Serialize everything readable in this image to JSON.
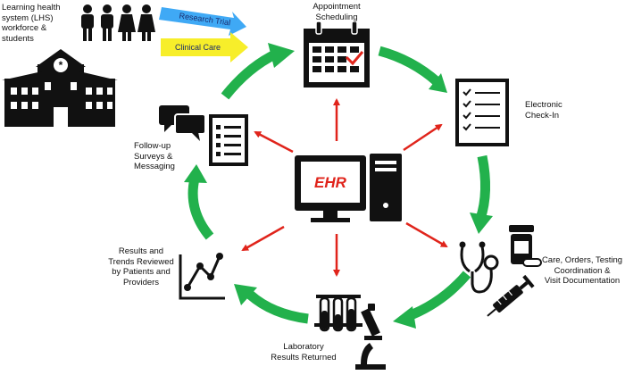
{
  "colors": {
    "cycle_arrow": "#22b14c",
    "ehr_arrow": "#e0241b",
    "icon": "#111111",
    "research_banner": "#3fa9f5",
    "clinical_banner": "#f7ee2a"
  },
  "header": {
    "lhs_label": "Learning health\nsystem (LHS)\nworkforce &\nstudents",
    "research_trial": "Research Trial",
    "clinical_care": "Clinical Care"
  },
  "center": {
    "ehr_label": "EHR"
  },
  "cycle": {
    "appointment": "Appointment\nScheduling",
    "checkin": "Electronic\nCheck-In",
    "care": "Care, Orders, Testing\nCoordination &\nVisit Documentation",
    "lab": "Laboratory\nResults Returned",
    "results": "Results and\nTrends Reviewed\nby Patients and\nProviders",
    "followup": "Follow-up\nSurveys &\nMessaging"
  },
  "icons": {
    "people": "people-icon",
    "hospital": "hospital-icon",
    "calendar": "calendar-icon",
    "checklist": "checklist-icon",
    "stethoscope": "stethoscope-icon",
    "pill_bottle": "pill-bottle-icon",
    "syringe": "syringe-icon",
    "test_tubes": "test-tubes-icon",
    "microscope": "microscope-icon",
    "line_chart": "line-chart-icon",
    "chat_bubbles": "chat-bubbles-icon",
    "survey_list": "survey-list-icon",
    "computer": "computer-icon"
  }
}
